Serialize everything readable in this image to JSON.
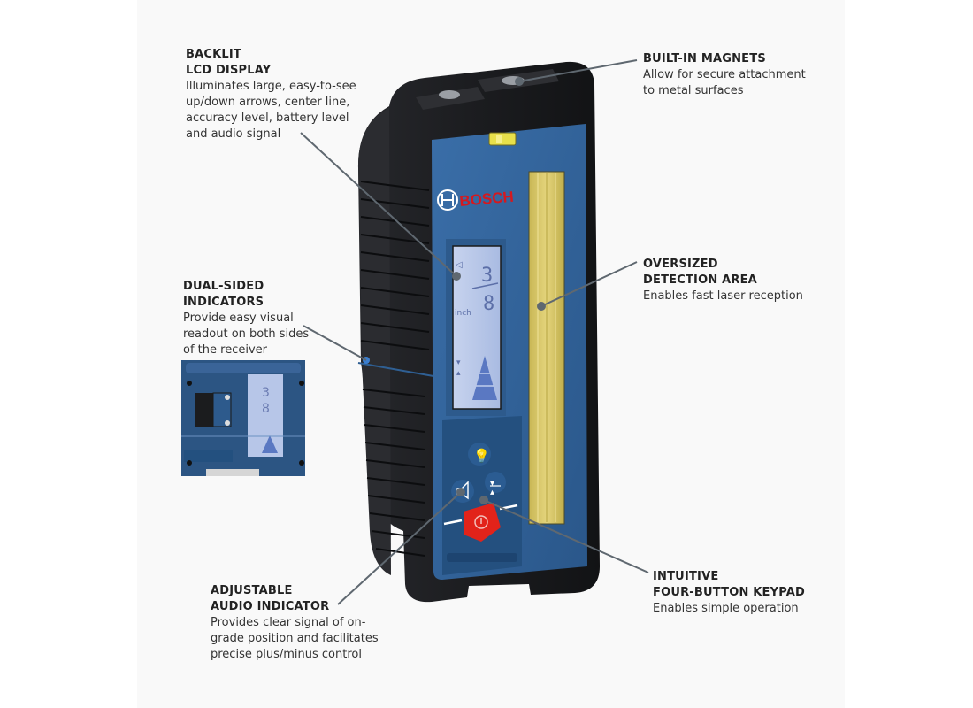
{
  "product": {
    "brand": "BOSCH",
    "type": "laser receiver",
    "lcd": {
      "unit": "inch",
      "fraction_top": "3",
      "fraction_bottom": "8"
    },
    "colors": {
      "body_blue": "#2f5f93",
      "housing_black": "#1e1f22",
      "detection_window": "#d8c96a",
      "lcd_backlight": "#b9c8e8",
      "power_button": "#e2231a",
      "brand_red": "#d4191f"
    }
  },
  "callouts": [
    {
      "id": "backlit-lcd",
      "title": "BACKLIT\nLCD DISPLAY",
      "desc": "Illuminates large, easy-to-see\nup/down arrows, center line,\naccuracy level, battery level\nand audio signal"
    },
    {
      "id": "built-in-magnets",
      "title": "BUILT-IN MAGNETS",
      "desc": "Allow for secure attachment\nto metal surfaces"
    },
    {
      "id": "oversized-detection",
      "title": "OVERSIZED\nDETECTION AREA",
      "desc": "Enables fast laser reception"
    },
    {
      "id": "dual-sided",
      "title": "DUAL-SIDED\nINDICATORS",
      "desc": "Provide easy visual\nreadout on both sides\nof the receiver"
    },
    {
      "id": "audio-indicator",
      "title": "ADJUSTABLE\nAUDIO INDICATOR",
      "desc": "Provides clear signal of on-\ngrade position and facilitates\nprecise plus/minus control"
    },
    {
      "id": "keypad",
      "title": "INTUITIVE\nFOUR-BUTTON KEYPAD",
      "desc": "Enables simple operation"
    }
  ]
}
